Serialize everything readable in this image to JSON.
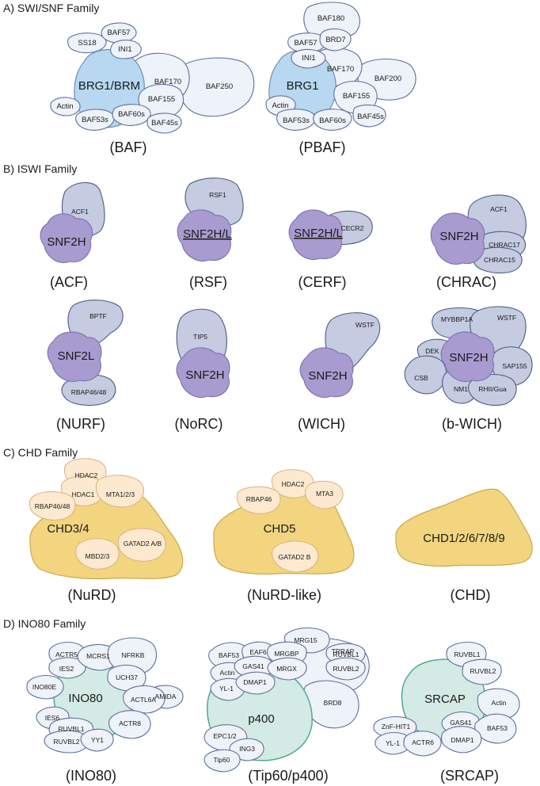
{
  "sections": {
    "swi_snf": "A) SWI/SNF Family",
    "iswi": "B) ISWI Family",
    "chd": "C) CHD Family",
    "ino80": "D) INO80 Family"
  },
  "complexes": {
    "baf": {
      "name": "(BAF)",
      "core": "BRG1/BRM",
      "subunits": [
        "SS18",
        "BAF57",
        "INI1",
        "BAF170",
        "BAF250",
        "BAF155",
        "Actin",
        "BAF53s",
        "BAF60s",
        "BAF45s"
      ]
    },
    "pbaf": {
      "name": "(PBAF)",
      "core": "BRG1",
      "subunits": [
        "BAF180",
        "BAF57",
        "BRD7",
        "INI1",
        "BAF170",
        "BAF200",
        "BAF155",
        "Actin",
        "BAF53s",
        "BAF60s",
        "BAF45s"
      ]
    },
    "acf": {
      "name": "(ACF)",
      "core": "SNF2H",
      "subunits": [
        "ACF1"
      ]
    },
    "rsf": {
      "name": "(RSF)",
      "core": "SNF2H/L",
      "subunits": [
        "RSF1"
      ]
    },
    "cerf": {
      "name": "(CERF)",
      "core": "SNF2H/L",
      "subunits": [
        "CECR2"
      ]
    },
    "chrac": {
      "name": "(CHRAC)",
      "core": "SNF2H",
      "subunits": [
        "ACF1",
        "CHRAC17",
        "CHRAC15"
      ]
    },
    "nurf": {
      "name": "(NURF)",
      "core": "SNF2L",
      "subunits": [
        "BPTF",
        "RBAP46/48"
      ]
    },
    "norc": {
      "name": "(NoRC)",
      "core": "SNF2H",
      "subunits": [
        "TIP5"
      ]
    },
    "wich": {
      "name": "(WICH)",
      "core": "SNF2H",
      "subunits": [
        "WSTF"
      ]
    },
    "bwich": {
      "name": "(b-WICH)",
      "core": "SNF2H",
      "subunits": [
        "MYBBP1A",
        "WSTF",
        "DEK",
        "CSB",
        "SAP155",
        "NM1",
        "RHII/Gua"
      ]
    },
    "nurd": {
      "name": "(NuRD)",
      "core": "CHD3/4",
      "subunits": [
        "HDAC2",
        "HDAC1",
        "MTA1/2/3",
        "RBAP46/48",
        "GATAD2 A/B",
        "MBD2/3"
      ]
    },
    "nurdlike": {
      "name": "(NuRD-like)",
      "core": "CHD5",
      "subunits": [
        "HDAC2",
        "RBAP46",
        "MTA3",
        "GATAD2 B"
      ]
    },
    "chd": {
      "name": "(CHD)",
      "core": "CHD1/2/6/7/8/9",
      "subunits": []
    },
    "ino80": {
      "name": "(INO80)",
      "core": "INO80",
      "subunits": [
        "ACTR5",
        "IES2",
        "MCRS1",
        "NFRKB",
        "INO80E",
        "UCH37",
        "AMIDA",
        "ACTL6A",
        "IES6",
        "RUVBL1",
        "RUVBL2",
        "YY1",
        "ACTR8"
      ]
    },
    "tip60": {
      "name": "(Tip60/p400)",
      "core": "p400",
      "subunits": [
        "MRG15",
        "BAF53",
        "EAF6",
        "MRGBP",
        "TRRAP",
        "Actin",
        "GAS41",
        "MRGX",
        "RUVBL1",
        "RUVBL2",
        "YL-1",
        "DMAP1",
        "BRD8",
        "EPC1/2",
        "ING3",
        "Tip60"
      ]
    },
    "srcap": {
      "name": "(SRCAP)",
      "core": "SRCAP",
      "subunits": [
        "RUVBL1",
        "RUVBL2",
        "Actin",
        "ZnF-HIT1",
        "GAS41",
        "BAF53",
        "YL-1",
        "ACTR6",
        "DMAP1"
      ]
    }
  },
  "colors": {
    "swi_core": "#b7d8f0",
    "iswi_core": "#a89bd0",
    "iswi_partner": "#c5cbe0",
    "chd_core": "#f2d57e",
    "chd_partner": "#fde9d0",
    "ino80_core": "#d3ebe4",
    "subunit": "#eef2f9"
  }
}
